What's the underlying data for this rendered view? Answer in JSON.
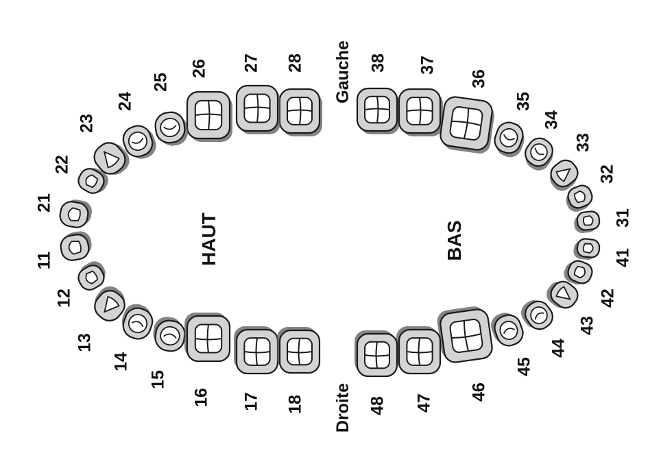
{
  "diagram": {
    "upper_label": "HAUT",
    "lower_label": "BAS",
    "side_top": "Gauche",
    "side_bottom": "Droite",
    "colors": {
      "tooth_fill": "#d3d3d3",
      "tooth_stroke": "#1a1a1a",
      "shadow": "#5a5a5a",
      "crown": "#ffffff"
    },
    "upper_teeth": [
      {
        "number": "28",
        "type": "molar"
      },
      {
        "number": "27",
        "type": "molar"
      },
      {
        "number": "26",
        "type": "molar"
      },
      {
        "number": "25",
        "type": "premolar"
      },
      {
        "number": "24",
        "type": "premolar"
      },
      {
        "number": "23",
        "type": "canine"
      },
      {
        "number": "22",
        "type": "incisor"
      },
      {
        "number": "21",
        "type": "incisor"
      },
      {
        "number": "11",
        "type": "incisor"
      },
      {
        "number": "12",
        "type": "incisor"
      },
      {
        "number": "13",
        "type": "canine"
      },
      {
        "number": "14",
        "type": "premolar"
      },
      {
        "number": "15",
        "type": "premolar"
      },
      {
        "number": "16",
        "type": "molar"
      },
      {
        "number": "17",
        "type": "molar"
      },
      {
        "number": "18",
        "type": "molar"
      }
    ],
    "lower_teeth": [
      {
        "number": "38",
        "type": "molar"
      },
      {
        "number": "37",
        "type": "molar"
      },
      {
        "number": "36",
        "type": "molar"
      },
      {
        "number": "35",
        "type": "premolar"
      },
      {
        "number": "34",
        "type": "premolar"
      },
      {
        "number": "33",
        "type": "canine"
      },
      {
        "number": "32",
        "type": "incisor"
      },
      {
        "number": "31",
        "type": "incisor"
      },
      {
        "number": "41",
        "type": "incisor"
      },
      {
        "number": "42",
        "type": "incisor"
      },
      {
        "number": "43",
        "type": "canine"
      },
      {
        "number": "44",
        "type": "premolar"
      },
      {
        "number": "45",
        "type": "premolar"
      },
      {
        "number": "46",
        "type": "molar"
      },
      {
        "number": "47",
        "type": "molar"
      },
      {
        "number": "48",
        "type": "molar"
      }
    ]
  }
}
